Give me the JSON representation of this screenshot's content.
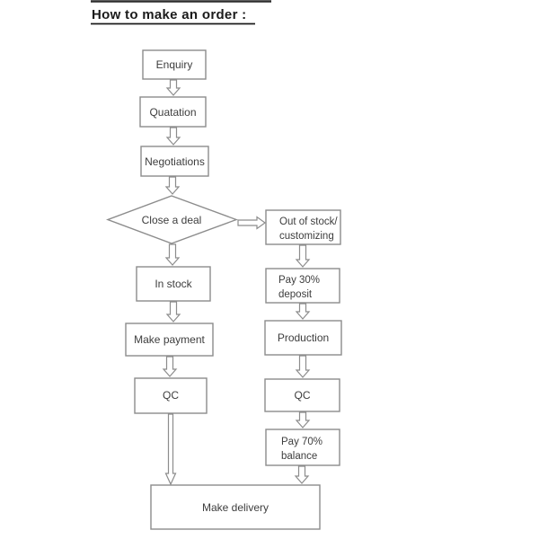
{
  "title": "How to make an order :",
  "nodes": {
    "enquiry": {
      "label": "Enquiry"
    },
    "quatation": {
      "label": "Quatation"
    },
    "negotiations": {
      "label": "Negotiations"
    },
    "close_a_deal": {
      "label": "Close a deal"
    },
    "out_of_stock": {
      "line1": "Out of stock/",
      "line2": "customizing"
    },
    "in_stock": {
      "label": "In stock"
    },
    "pay_30_deposit": {
      "line1": "Pay 30%",
      "line2": "deposit"
    },
    "make_payment": {
      "label": "Make payment"
    },
    "production": {
      "label": "Production"
    },
    "qc_left": {
      "label": "QC"
    },
    "qc_right": {
      "label": "QC"
    },
    "pay_70_balance": {
      "line1": "Pay 70%",
      "line2": "balance"
    },
    "make_delivery": {
      "label": "Make delivery"
    }
  },
  "colors": {
    "background": "#ffffff",
    "line": "#8c8c8c",
    "text": "#3d3d3d",
    "title": "#1b1b1b"
  }
}
